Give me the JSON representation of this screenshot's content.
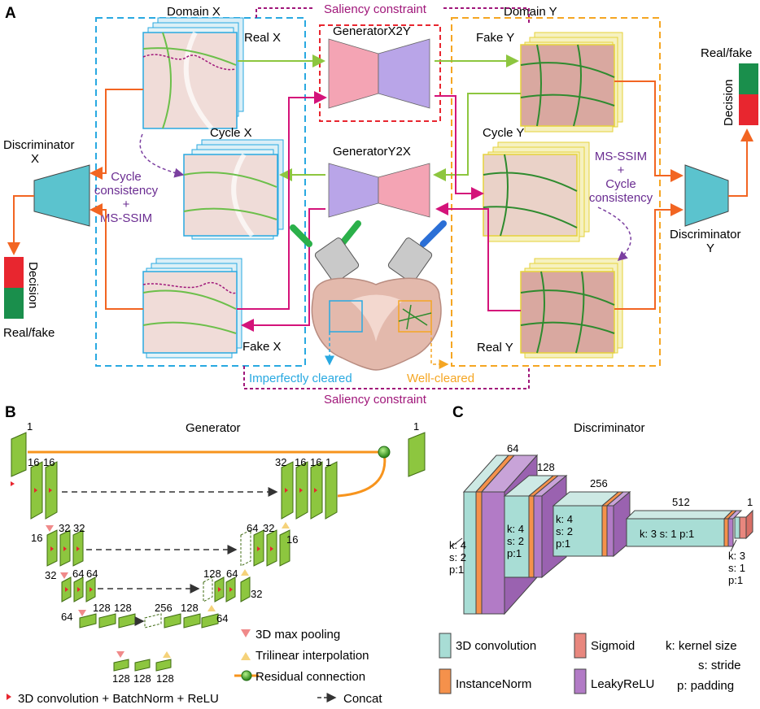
{
  "panels": {
    "a": "A",
    "b": "B",
    "c": "C"
  },
  "panel_a": {
    "domain_x": "Domain X",
    "domain_y": "Domain Y",
    "saliency_top": "Saliency constraint",
    "saliency_bottom": "Saliency constraint",
    "real_x": "Real X",
    "fake_x": "Fake X",
    "cycle_x": "Cycle X",
    "fake_y": "Fake Y",
    "real_y": "Real Y",
    "cycle_y": "Cycle Y",
    "gen_x2y": "GeneratorX2Y",
    "gen_y2x": "GeneratorY2X",
    "disc_x_line1": "Discriminator",
    "disc_x_line2": "X",
    "disc_y_line1": "Discriminator",
    "disc_y_line2": "Y",
    "cycle_left": [
      "Cycle",
      "consistency",
      "+",
      "MS-SSIM"
    ],
    "cycle_right": [
      "MS-SSIM",
      "+",
      "Cycle",
      "consistency"
    ],
    "decision": "Decision",
    "real_fake": "Real/fake",
    "imperfect": "Imperfectly cleared",
    "well": "Well-cleared"
  },
  "panel_b": {
    "title": "Generator",
    "ch": {
      "in": "1",
      "out": "1",
      "e1a": "16",
      "e1b": "16",
      "e2in": "16",
      "e2a": "32",
      "e2b": "32",
      "e3in": "32",
      "e3a": "64",
      "e3b": "64",
      "e4in": "64",
      "e4a": "128",
      "e4b": "128",
      "bot1": "128",
      "bot2": "128",
      "bot3": "128",
      "d4a": "256",
      "d4b": "128",
      "d4c": "64",
      "d3a": "128",
      "d3b": "64",
      "d3c": "32",
      "d2a": "64",
      "d2b": "32",
      "d2c": "16",
      "d1a": "32",
      "d1b": "16",
      "d1c": "16",
      "d1d": "1"
    },
    "legend": {
      "pool": "3D max pooling",
      "interp": "Trilinear interpolation",
      "residual": "Residual connection",
      "conv": "3D convolution + BatchNorm + ReLU",
      "concat": "Concat"
    }
  },
  "panel_c": {
    "title": "Discriminator",
    "channels": [
      "64",
      "128",
      "256",
      "512",
      "1"
    ],
    "params": {
      "b1": [
        "k: 4",
        "s: 2",
        "p:1"
      ],
      "b2": [
        "k: 4",
        "s: 2",
        "p:1"
      ],
      "b3": [
        "k: 4",
        "s: 2",
        "p:1"
      ],
      "b4": "k: 3   s: 1   p:1",
      "b5": [
        "k: 3",
        "s: 1",
        "p:1"
      ]
    },
    "legend": {
      "conv": "3D convolution",
      "norm": "InstanceNorm",
      "sigmoid": "Sigmoid",
      "leaky": "LeakyReLU",
      "k": "k: kernel size",
      "s": "s: stride",
      "p": "p: padding"
    }
  },
  "colors": {
    "cyan_box": "#29a9e1",
    "orange_box": "#f5a623",
    "red_box": "#e8262f",
    "magenta": "#d4137a",
    "green_arrow": "#8dc63f",
    "orange_arrow": "#f26522",
    "generator_pink": "#f4a4b4",
    "generator_purple": "#b9a5e8",
    "discriminator_teal": "#5bc3ce",
    "block_green": "#8dc63f",
    "conv_teal": "#a8ddd5",
    "norm_orange": "#f5914b",
    "leaky_purple": "#b27bc6",
    "sigmoid_red": "#e8877e",
    "residual_orange": "#f7941d"
  }
}
